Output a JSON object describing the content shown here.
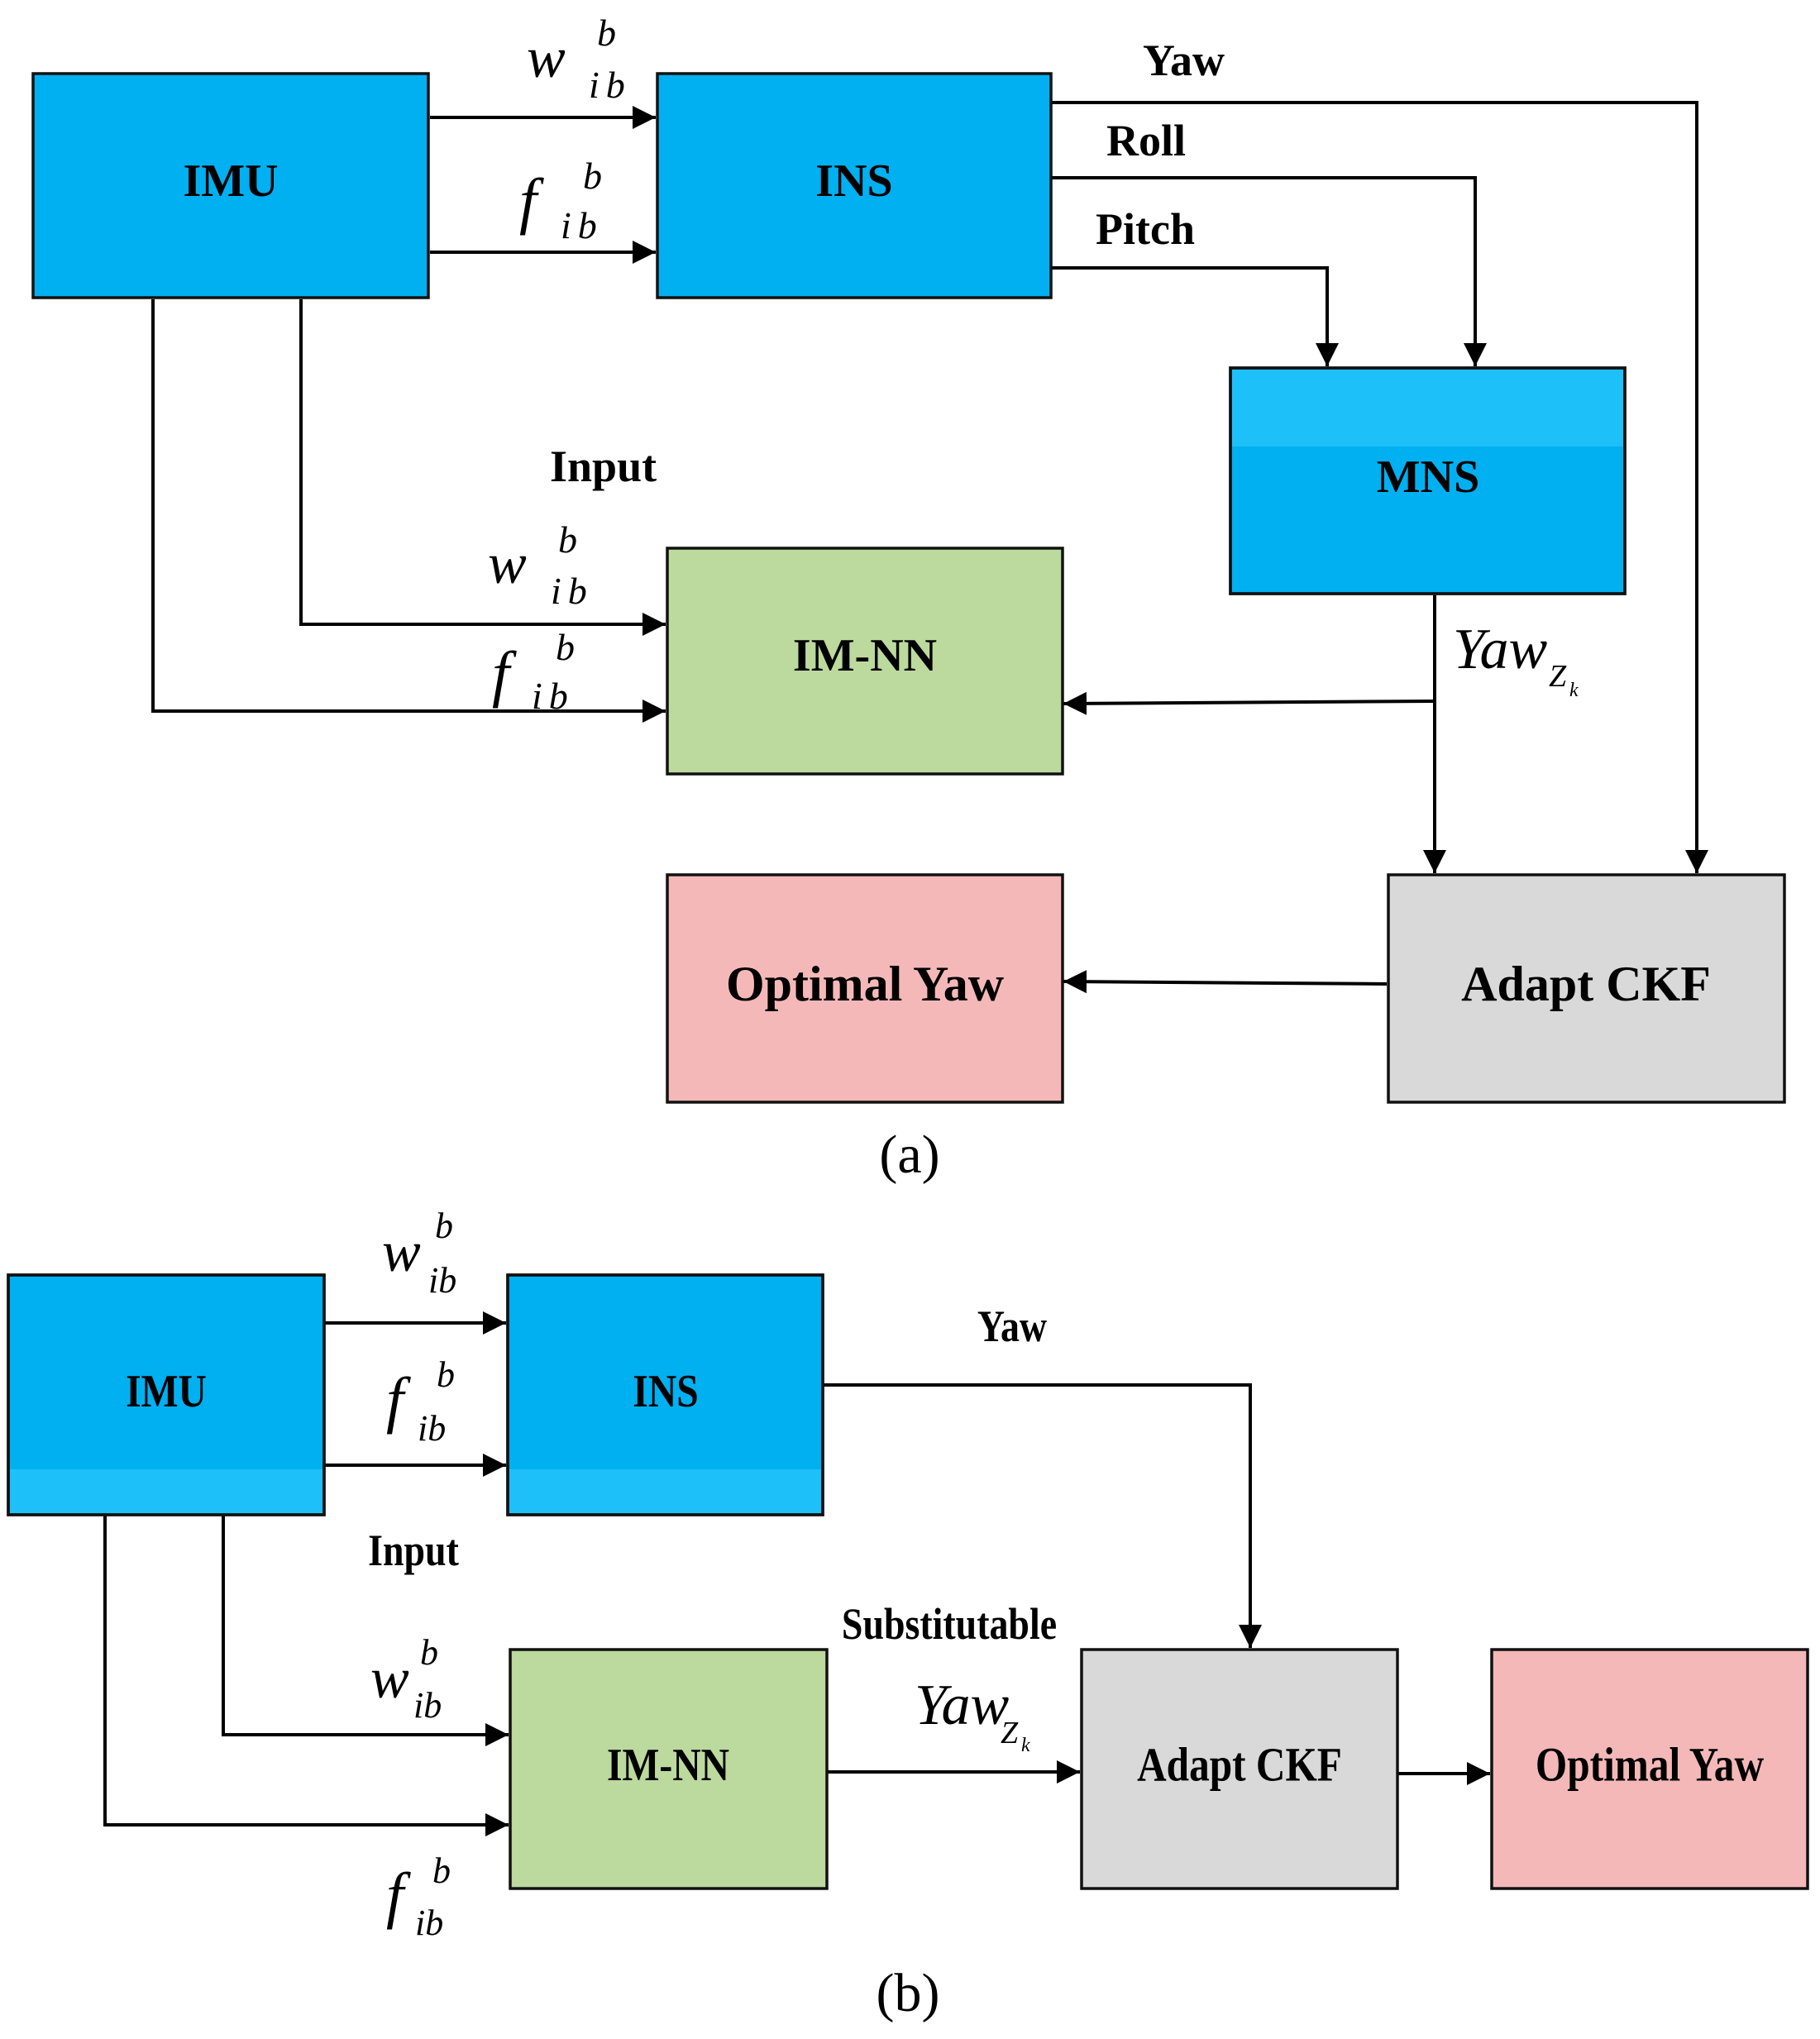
{
  "colors": {
    "blue": "#00b0f0",
    "blue_light": "#1ec0fa",
    "green": "#bcd99e",
    "gray": "#d9d9d9",
    "pink": "#f5b8b8"
  },
  "panel_a": {
    "caption": "(a)",
    "blocks": {
      "imu": "IMU",
      "ins": "INS",
      "mns": "MNS",
      "imnn": "IM-NN",
      "ckf": "Adapt CKF",
      "optimal": "Optimal Yaw"
    },
    "labels": {
      "yaw": "Yaw",
      "roll": "Roll",
      "pitch": "Pitch",
      "input": "Input"
    },
    "symbols": {
      "w": "w",
      "f": "f",
      "sup": "b",
      "sub": "ib",
      "yaw_z": "Yaw",
      "yaw_z_sub": "Z",
      "yaw_z_subsub": "k"
    }
  },
  "panel_b": {
    "caption": "(b)",
    "blocks": {
      "imu": "IMU",
      "ins": "INS",
      "imnn": "IM-NN",
      "ckf": "Adapt CKF",
      "optimal": "Optimal Yaw"
    },
    "labels": {
      "yaw": "Yaw",
      "input": "Input",
      "substitutable": "Substitutable"
    },
    "symbols": {
      "w": "w",
      "f": "f",
      "sup": "b",
      "sub": "ib",
      "yaw_z": "Yaw",
      "yaw_z_sub": "Z",
      "yaw_z_subsub": "k"
    }
  }
}
